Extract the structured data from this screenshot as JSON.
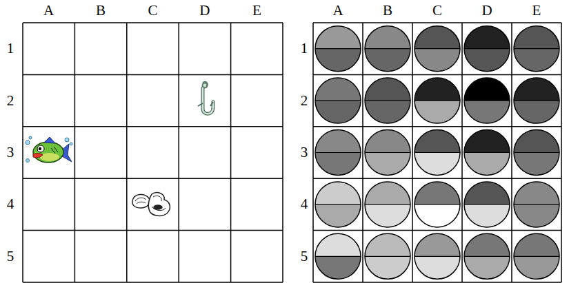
{
  "diagram": {
    "labels": [
      "A",
      "B",
      "C",
      "D",
      "E",
      "1",
      "2",
      "3",
      "4",
      "5",
      "A",
      "B",
      "C",
      "D",
      "E",
      "1",
      "2",
      "3",
      "4",
      "5"
    ]
  }
}
